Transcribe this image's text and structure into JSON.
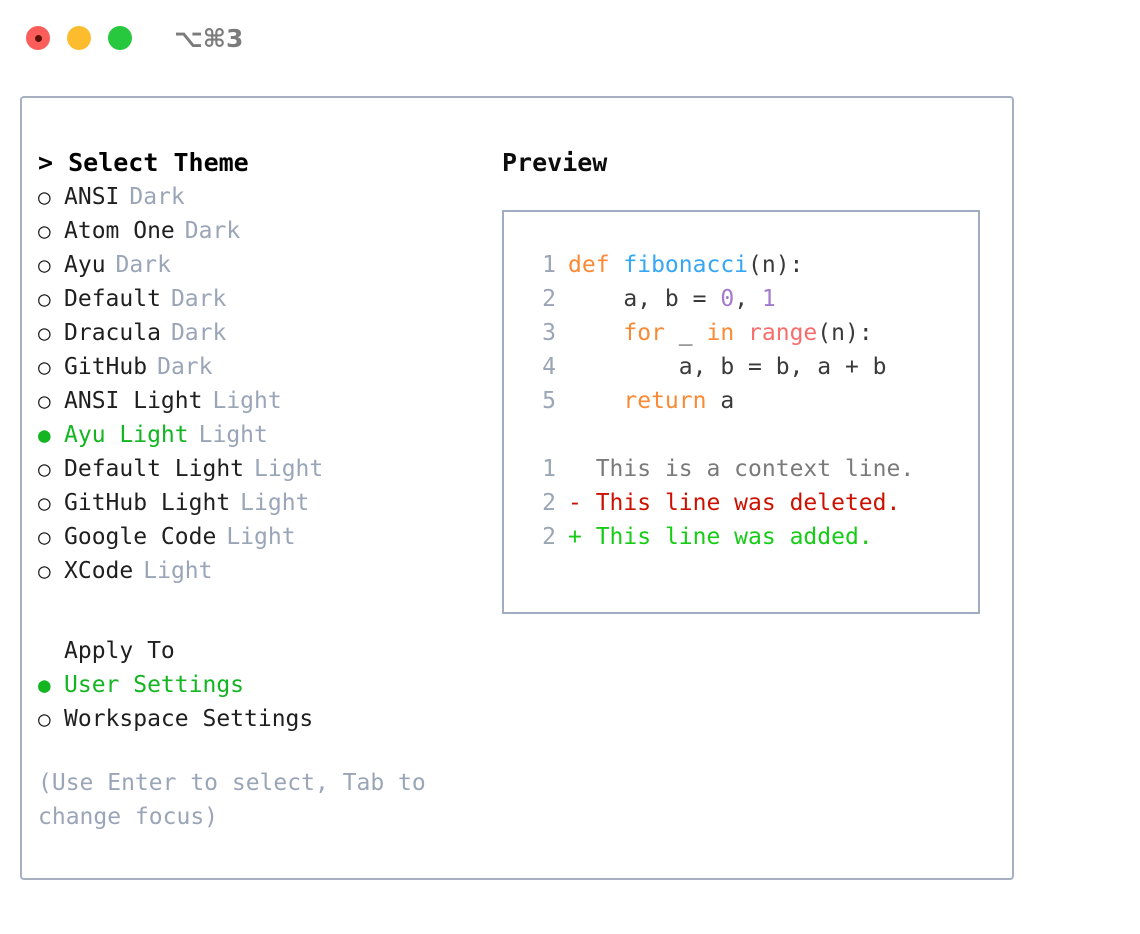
{
  "titlebar": {
    "shortcut": "⌥⌘3",
    "lights": [
      "close-red",
      "minimize-yellow",
      "maximize-green"
    ]
  },
  "theme_panel": {
    "heading": "> Select Theme",
    "bullet_unselected": "○",
    "bullet_selected": "●",
    "options": [
      {
        "name": "ANSI",
        "variant": "Dark",
        "selected": false
      },
      {
        "name": "Atom One",
        "variant": "Dark",
        "selected": false
      },
      {
        "name": "Ayu",
        "variant": "Dark",
        "selected": false
      },
      {
        "name": "Default",
        "variant": "Dark",
        "selected": false
      },
      {
        "name": "Dracula",
        "variant": "Dark",
        "selected": false
      },
      {
        "name": "GitHub",
        "variant": "Dark",
        "selected": false
      },
      {
        "name": "ANSI Light",
        "variant": "Light",
        "selected": false
      },
      {
        "name": "Ayu Light",
        "variant": "Light",
        "selected": true
      },
      {
        "name": "Default Light",
        "variant": "Light",
        "selected": false
      },
      {
        "name": "GitHub Light",
        "variant": "Light",
        "selected": false
      },
      {
        "name": "Google Code",
        "variant": "Light",
        "selected": false
      },
      {
        "name": "XCode",
        "variant": "Light",
        "selected": false
      }
    ]
  },
  "apply_to": {
    "heading": "Apply To",
    "options": [
      {
        "name": "User Settings",
        "selected": true
      },
      {
        "name": "Workspace Settings",
        "selected": false
      }
    ]
  },
  "hint": "(Use Enter to select, Tab to change focus)",
  "preview": {
    "heading": "Preview",
    "code_lines": [
      {
        "no": "1",
        "tokens": [
          {
            "t": "def ",
            "c": "kw"
          },
          {
            "t": "fibonacci",
            "c": "fn"
          },
          {
            "t": "(n):",
            "c": "pl"
          }
        ]
      },
      {
        "no": "2",
        "tokens": [
          {
            "t": "    a, b = ",
            "c": "pl"
          },
          {
            "t": "0",
            "c": "num"
          },
          {
            "t": ", ",
            "c": "pl"
          },
          {
            "t": "1",
            "c": "num"
          }
        ]
      },
      {
        "no": "3",
        "tokens": [
          {
            "t": "    ",
            "c": "pl"
          },
          {
            "t": "for",
            "c": "kw"
          },
          {
            "t": " _ ",
            "c": "pl"
          },
          {
            "t": "in",
            "c": "kw"
          },
          {
            "t": " ",
            "c": "pl"
          },
          {
            "t": "range",
            "c": "bi"
          },
          {
            "t": "(n):",
            "c": "pl"
          }
        ]
      },
      {
        "no": "4",
        "tokens": [
          {
            "t": "        a, b = b, a + b",
            "c": "pl"
          }
        ]
      },
      {
        "no": "5",
        "tokens": [
          {
            "t": "    ",
            "c": "pl"
          },
          {
            "t": "return",
            "c": "kw"
          },
          {
            "t": " a",
            "c": "pl"
          }
        ]
      }
    ],
    "diff_lines": [
      {
        "no": "1",
        "marker": "  ",
        "text": "This is a context line.",
        "kind": "ctx"
      },
      {
        "no": "2",
        "marker": "- ",
        "text": "This line was deleted.",
        "kind": "del"
      },
      {
        "no": "2",
        "marker": "+ ",
        "text": "This line was added.",
        "kind": "add"
      }
    ]
  },
  "colors": {
    "accent_green": "#13b521",
    "muted": "#9aa5b8",
    "border": "#a6b0c0",
    "keyword": "#fa8a35",
    "function": "#36a7f5",
    "number": "#a37acc",
    "builtin": "#f76d6d",
    "diff_delete": "#cc1100",
    "diff_add": "#17cc17"
  }
}
